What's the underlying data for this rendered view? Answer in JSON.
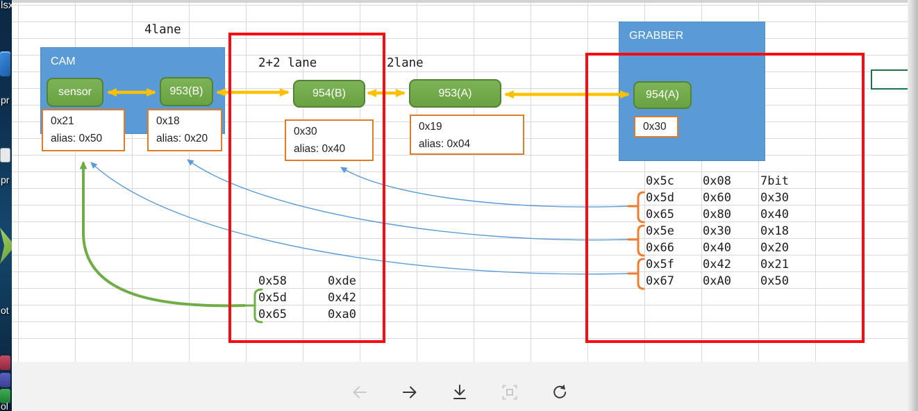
{
  "desktop": {
    "file_label_top": "lsx",
    "icon_labels": {
      "a": "pr",
      "b": "pr",
      "c": "ot",
      "d": "ol"
    }
  },
  "diagram": {
    "lane_labels": [
      "4lane",
      "2+2 lane",
      "2lane"
    ],
    "cam_title": "CAM",
    "grabber_title": "GRABBER",
    "nodes": {
      "sensor": "sensor",
      "ser_b": "953(B)",
      "des_b": "954(B)",
      "ser_a": "953(A)",
      "des_a": "954(A)"
    },
    "addr_boxes": [
      {
        "line1": "0x21",
        "line2": "alias: 0x50"
      },
      {
        "line1": "0x18",
        "line2": "alias: 0x20"
      },
      {
        "line1": "0x30",
        "line2": "alias: 0x40"
      },
      {
        "line1": "0x19",
        "line2": "alias: 0x04"
      },
      {
        "line1": "0x30"
      }
    ],
    "left_table": {
      "rows": [
        [
          "0x58",
          "0xde"
        ],
        [
          "0x5d",
          "0x42"
        ],
        [
          "0x65",
          "0xa0"
        ]
      ]
    },
    "right_table": {
      "rows": [
        [
          "0x5c",
          "0x08",
          "7bit"
        ],
        [
          "0x5d",
          "0x60",
          "0x30"
        ],
        [
          "0x65",
          "0x80",
          "0x40"
        ],
        [
          "0x5e",
          "0x30",
          "0x18"
        ],
        [
          "0x66",
          "0x40",
          "0x20"
        ],
        [
          "0x5f",
          "0x42",
          "0x21"
        ],
        [
          "0x67",
          "0xA0",
          "0x50"
        ]
      ]
    },
    "colors": {
      "box_blue": "#5b9bd5",
      "node_green": "#6fa84c",
      "node_border": "#538135",
      "orange": "#ed7d31",
      "yellow": "#ffc000",
      "frame_red": "#f80b12",
      "curve_blue": "#5b9bd5",
      "curve_green": "#70ad47",
      "active_cell_green": "#1e7145"
    }
  },
  "toolbar": {
    "buttons": [
      {
        "name": "back",
        "icon": "arrow-left-icon",
        "enabled": false
      },
      {
        "name": "forward",
        "icon": "arrow-right-icon",
        "enabled": true
      },
      {
        "name": "download",
        "icon": "download-icon",
        "enabled": true
      },
      {
        "name": "fit-to-screen",
        "icon": "fit-screen-icon",
        "enabled": false
      },
      {
        "name": "rotate",
        "icon": "rotate-icon",
        "enabled": true
      }
    ]
  }
}
